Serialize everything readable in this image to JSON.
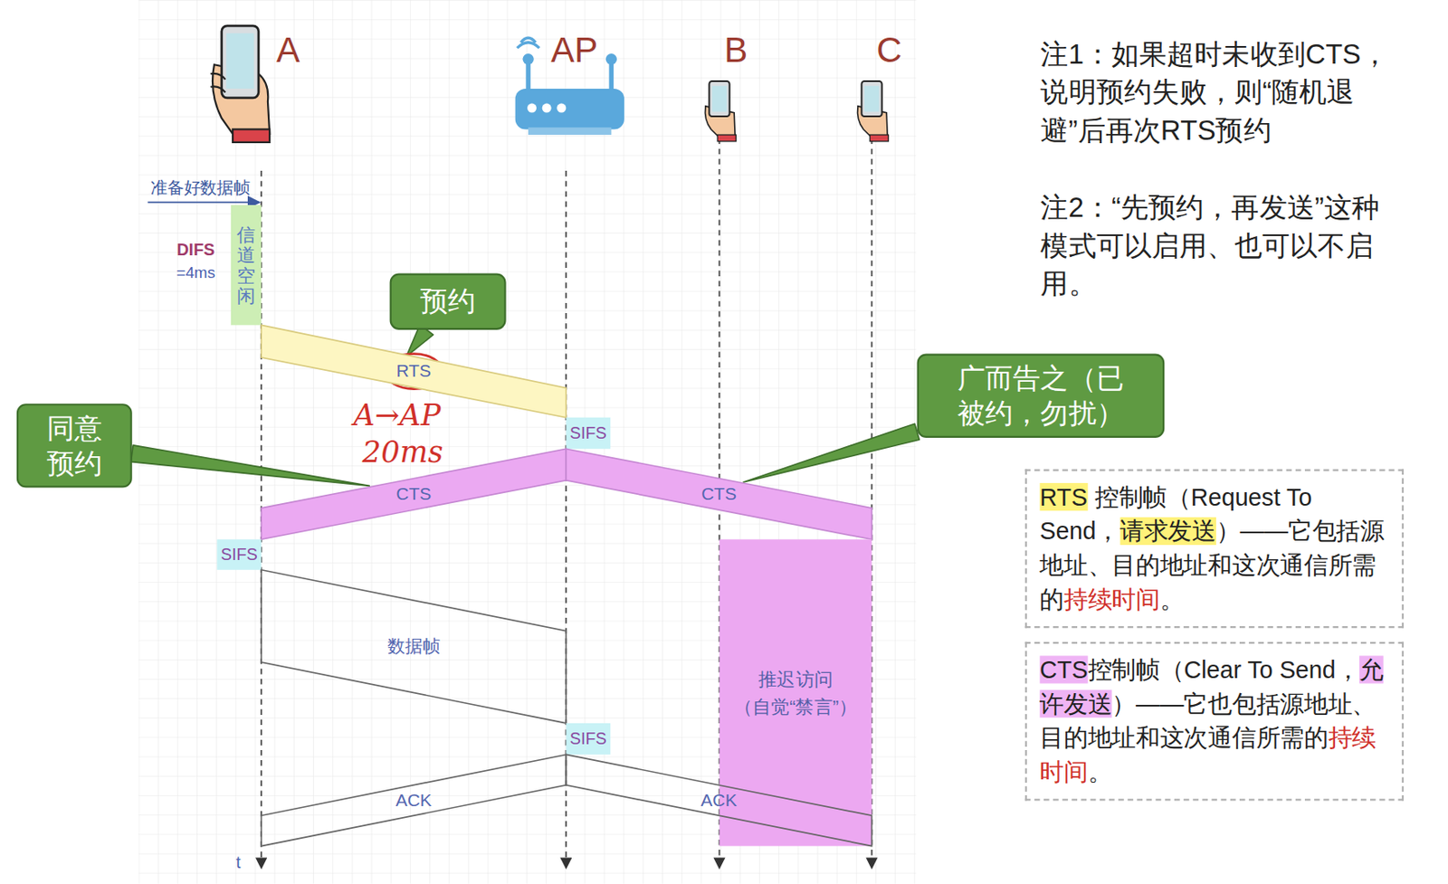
{
  "diagram": {
    "nodes": [
      {
        "text": [
          "信道空闲"
        ]
      },
      {
        "text": [
          "预约"
        ]
      },
      {
        "text": [
          "RTS"
        ]
      },
      {
        "text": [
          "SIFS"
        ]
      },
      {
        "text": [
          "同意预约"
        ]
      },
      {
        "text": [
          "CTS"
        ]
      },
      {
        "text": [
          "CTS"
        ]
      },
      {
        "text": [
          "广而告之（已被约，勿扰）"
        ]
      },
      {
        "text": [
          "SIFS"
        ]
      },
      {
        "text": [
          "数据帧"
        ]
      },
      {
        "text": [
          "推迟访问 （自觉“禁言”）"
        ]
      },
      {
        "text": [
          "SIFS"
        ]
      },
      {
        "text": [
          "ACK"
        ]
      },
      {
        "text": [
          "ACK"
        ]
      },
      {
        "text": [
          "RTS",
          "控制帧（Request To Send，",
          "请求发送",
          "）——它包括源地址、目的地址和这次通信所需的",
          "持续时间",
          "。"
        ]
      },
      {
        "text": [
          "CTS",
          "控制帧（Clear To Send，",
          "允许发送",
          "）——它也包括源地址、目的地址和这次通信所需的",
          "持续时间",
          "。"
        ]
      }
    ],
    "edges": [
      {
        "from": 1,
        "to": 2,
        "arrow": "none"
      },
      {
        "from": 4,
        "to": 5,
        "arrow": "none"
      },
      {
        "from": 7,
        "to": 6,
        "arrow": "none"
      }
    ],
    "labels": [
      "A",
      "AP",
      "B",
      "C",
      "准备好数据帧",
      "DIFS",
      "=4ms",
      "A→AP",
      "20ms",
      "t",
      "注1：如果超时未收到CTS，说明预约失败，则“随机退避”后再次RTS预约",
      "注2：“先预约，再发送”这种模式可以启用、也可以不启用。"
    ]
  }
}
